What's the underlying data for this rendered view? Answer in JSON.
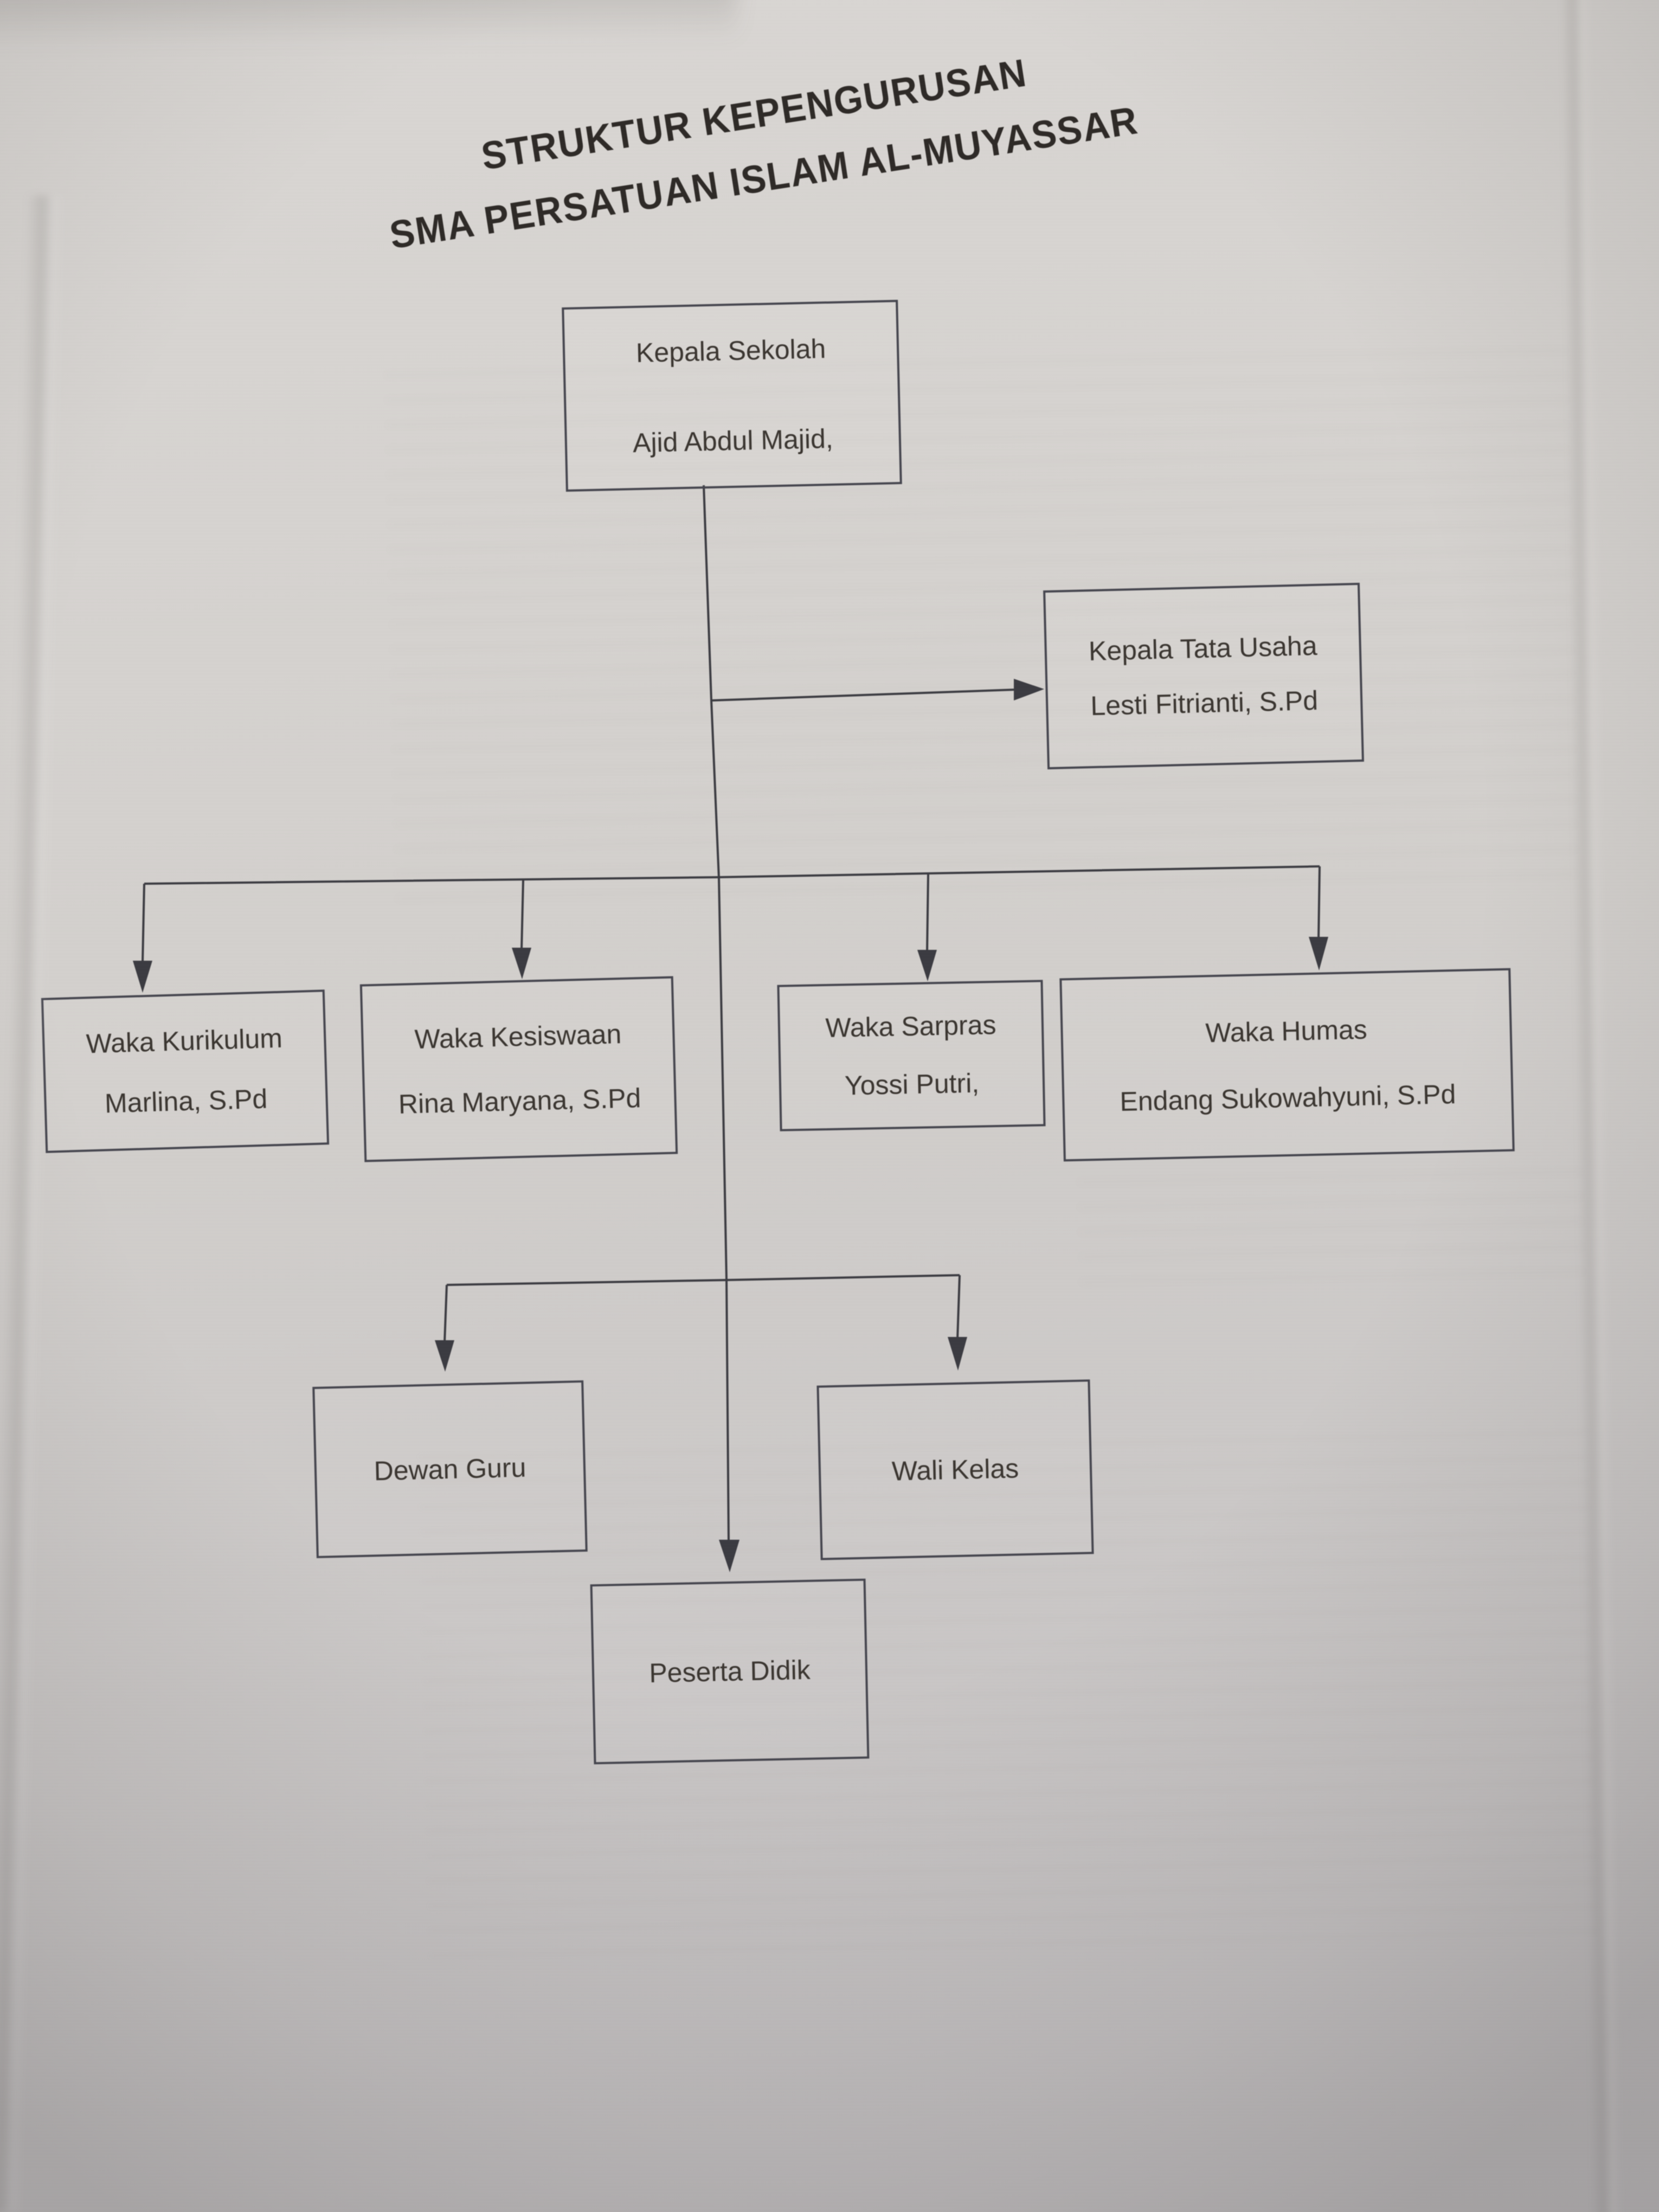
{
  "page": {
    "title_line1": "STRUKTUR KEPENGURUSAN",
    "title_line2": "SMA PERSATUAN ISLAM AL-MUYASSAR"
  },
  "chart": {
    "type": "org-chart",
    "nodes": {
      "kepala_sekolah": {
        "role": "Kepala Sekolah",
        "name": "Ajid Abdul Majid,"
      },
      "kepala_tata_usaha": {
        "role": "Kepala Tata Usaha",
        "name": "Lesti Fitrianti, S.Pd"
      },
      "waka_kurikulum": {
        "role": "Waka Kurikulum",
        "name": "Marlina, S.Pd"
      },
      "waka_kesiswaan": {
        "role": "Waka Kesiswaan",
        "name": "Rina Maryana, S.Pd"
      },
      "waka_sarpras": {
        "role": "Waka Sarpras",
        "name": "Yossi Putri,"
      },
      "waka_humas": {
        "role": "Waka Humas",
        "name": "Endang Sukowahyuni, S.Pd"
      },
      "dewan_guru": {
        "role": "Dewan Guru"
      },
      "wali_kelas": {
        "role": "Wali Kelas"
      },
      "peserta_didik": {
        "role": "Peserta Didik"
      }
    },
    "edges": [
      {
        "from": "Kepala Sekolah",
        "to": "Kepala Tata Usaha"
      },
      {
        "from": "Kepala Sekolah",
        "to": "Waka Kurikulum"
      },
      {
        "from": "Kepala Sekolah",
        "to": "Waka Kesiswaan"
      },
      {
        "from": "Kepala Sekolah",
        "to": "Waka Sarpras"
      },
      {
        "from": "Kepala Sekolah",
        "to": "Waka Humas"
      },
      {
        "from": "Kepala Sekolah",
        "to": "Dewan Guru"
      },
      {
        "from": "Kepala Sekolah",
        "to": "Wali Kelas"
      },
      {
        "from": "Kepala Sekolah",
        "to": "Peserta Didik"
      }
    ],
    "colors": {
      "paper": "#d3d0cd",
      "ink": "#3a3530",
      "box_border": "#45454e",
      "connector": "#3b3b41"
    }
  }
}
